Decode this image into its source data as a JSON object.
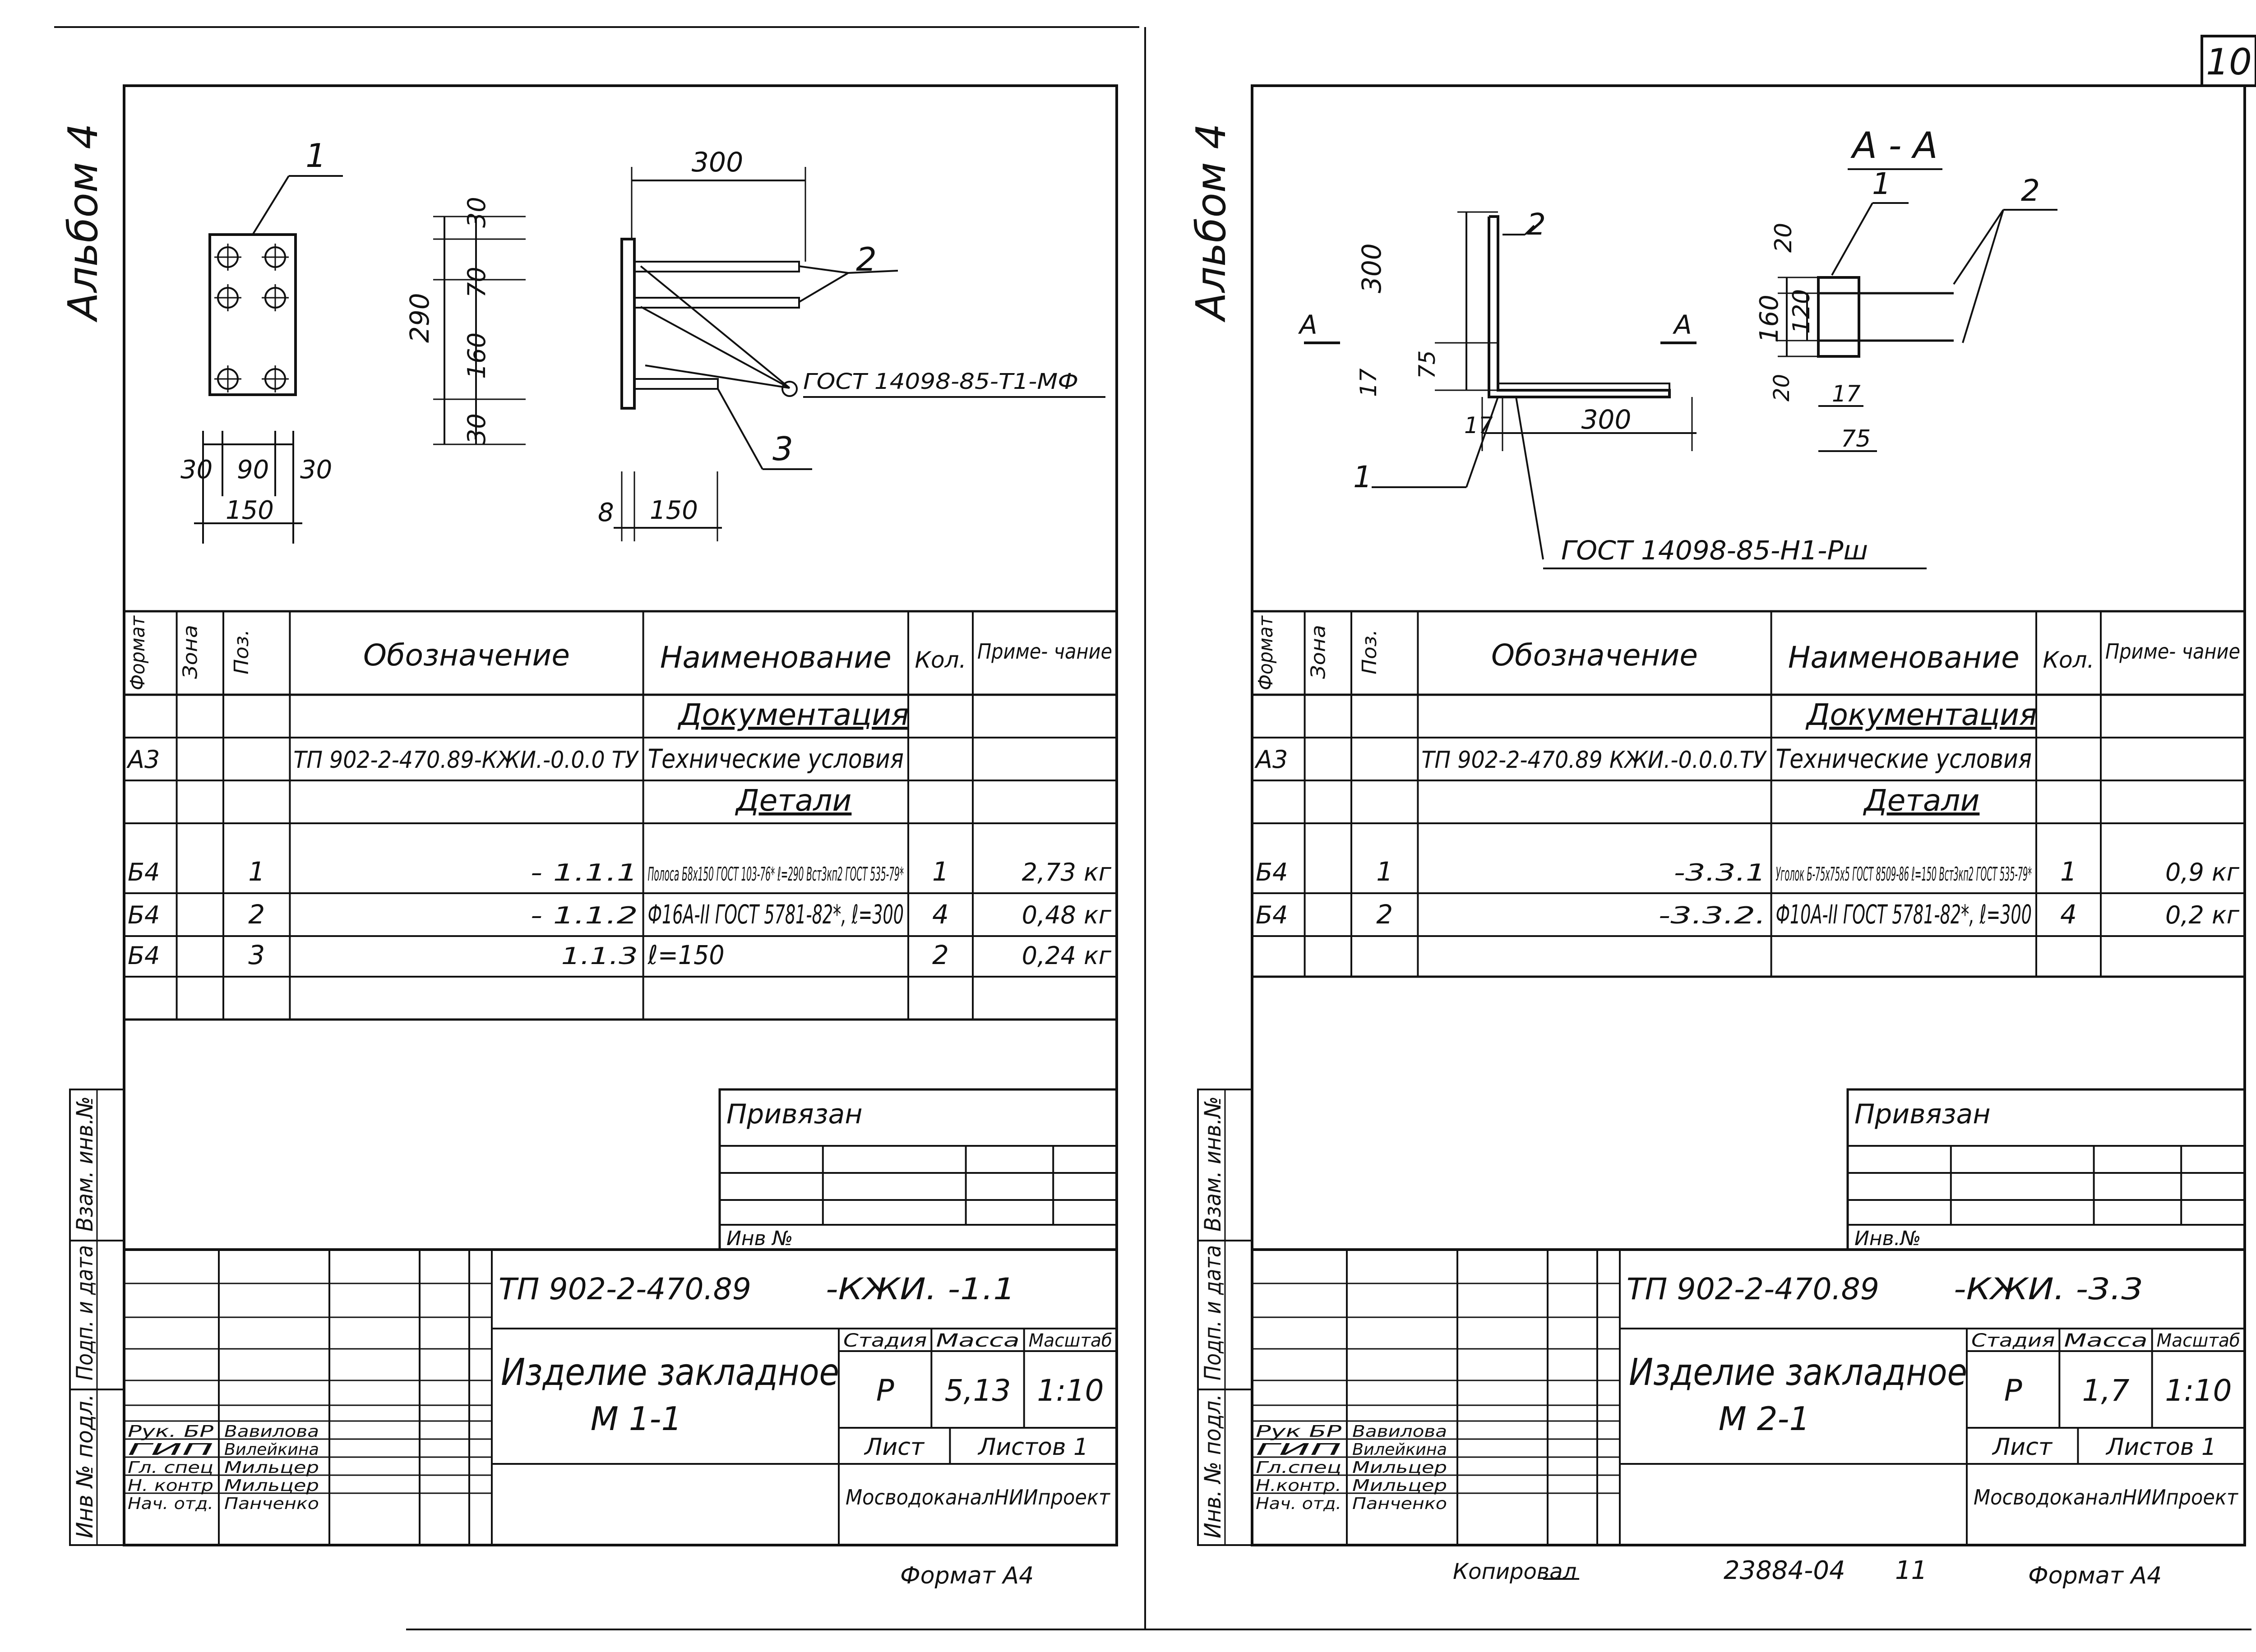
{
  "colors": {
    "ink": "#111111",
    "paper": "#ffffff"
  },
  "page_number": "10",
  "bottom_notes": {
    "copied": "Копировал",
    "code": "23884-04",
    "page": "11"
  },
  "left": {
    "album": "Альбом 4",
    "drawing": {
      "pos1": "1",
      "pos2": "2",
      "pos3": "3",
      "dims": [
        "30",
        "90",
        "30",
        "150",
        "300",
        "30",
        "70",
        "290",
        "160",
        "30",
        "8",
        "150"
      ],
      "gost": "ГОСТ 14098-85-Т1-МФ"
    },
    "spec": {
      "headers": {
        "format": "Формат",
        "zone": "Зона",
        "pos": "Поз.",
        "designation": "Обозначение",
        "name": "Наименование",
        "qty": "Кол.",
        "note": "Приме- чание"
      },
      "rows": [
        {
          "format": "",
          "pos": "",
          "designation": "",
          "name": "Документация",
          "qty": "",
          "note": "",
          "heading": true
        },
        {
          "format": "А3",
          "pos": "",
          "designation": "ТП 902-2-470.89-КЖИ.-0.0.0 ТУ",
          "name": "Технические условия",
          "qty": "",
          "note": ""
        },
        {
          "format": "",
          "pos": "",
          "designation": "",
          "name": "Детали",
          "qty": "",
          "note": "",
          "heading": true
        },
        {
          "format": "Б4",
          "pos": "1",
          "designation": "- 1.1.1",
          "name": "Полоса Б8x150 ГОСТ 103-76* ℓ=290 Вст3кп2 ГОСТ 535-79*",
          "qty": "1",
          "note": "2,73 кг"
        },
        {
          "format": "Б4",
          "pos": "2",
          "designation": "- 1.1.2",
          "name": "Ф16А-II ГОСТ 5781-82*, ℓ=300",
          "qty": "4",
          "note": "0,48 кг"
        },
        {
          "format": "Б4",
          "pos": "3",
          "designation": "1.1.3",
          "name": "ℓ=150",
          "qty": "2",
          "note": "0,24 кг"
        }
      ]
    },
    "bound_label": "Привязан",
    "inv_label": "Инв №",
    "side_labels": [
      "Взам. инв.№",
      "Подп. и дата",
      "Инв № подл."
    ],
    "title_block": {
      "code": "ТП 902-2-470.89",
      "code_suffix": "-КЖИ. -1.1",
      "title": "Изделие закладное",
      "mark": "М 1-1",
      "stage_label": "Стадия",
      "mass_label": "Масса",
      "scale_label": "Масштаб",
      "stage": "Р",
      "mass": "5,13",
      "scale": "1:10",
      "sheet_label": "Лист",
      "sheets_label": "Листов 1",
      "org": "МосводоканалНИИпроект",
      "staff": [
        {
          "role": "Рук. БР",
          "name": "Вавилова"
        },
        {
          "role": "ГИП",
          "name": "Вилейкина"
        },
        {
          "role": "Гл. спец",
          "name": "Мильцер"
        },
        {
          "role": "Н. контр",
          "name": "Мильцер"
        },
        {
          "role": "Нач. отд.",
          "name": "Панченко"
        }
      ]
    },
    "format": "Формат А4"
  },
  "right": {
    "album": "Альбом 4",
    "drawing": {
      "section": "А - А",
      "cut": "А",
      "pos1": "1",
      "pos2": "2",
      "dims": [
        "300",
        "17",
        "75",
        "17",
        "300",
        "20",
        "120",
        "160",
        "20",
        "17",
        "75"
      ],
      "gost": "ГОСТ 14098-85-Н1-Рш"
    },
    "spec": {
      "headers": {
        "format": "Формат",
        "zone": "Зона",
        "pos": "Поз.",
        "designation": "Обозначение",
        "name": "Наименование",
        "qty": "Кол.",
        "note": "Приме- чание"
      },
      "rows": [
        {
          "format": "",
          "pos": "",
          "designation": "",
          "name": "Документация",
          "qty": "",
          "note": "",
          "heading": true
        },
        {
          "format": "А3",
          "pos": "",
          "designation": "ТП 902-2-470.89 КЖИ.-0.0.0.ТУ",
          "name": "Технические условия",
          "qty": "",
          "note": ""
        },
        {
          "format": "",
          "pos": "",
          "designation": "",
          "name": "Детали",
          "qty": "",
          "note": "",
          "heading": true
        },
        {
          "format": "Б4",
          "pos": "1",
          "designation": "-3.3.1",
          "name": "Уголок Б-75x75x5 ГОСТ 8509-86 ℓ=150 Вст3кп2 ГОСТ 535-79*",
          "qty": "1",
          "note": "0,9 кг"
        },
        {
          "format": "Б4",
          "pos": "2",
          "designation": "-3.3.2.",
          "name": "Ф10А-II ГОСТ 5781-82*, ℓ=300",
          "qty": "4",
          "note": "0,2 кг"
        }
      ]
    },
    "bound_label": "Привязан",
    "inv_label": "Инв.№",
    "side_labels": [
      "Взам. инв.№",
      "Подп. и дата",
      "Инв. № подл."
    ],
    "title_block": {
      "code": "ТП 902-2-470.89",
      "code_suffix": "-КЖИ. -3.3",
      "title": "Изделие закладное",
      "mark": "М 2-1",
      "stage_label": "Стадия",
      "mass_label": "Масса",
      "scale_label": "Масштаб",
      "stage": "Р",
      "mass": "1,7",
      "scale": "1:10",
      "sheet_label": "Лист",
      "sheets_label": "Листов 1",
      "org": "МосводоканалНИИпроект",
      "staff": [
        {
          "role": "Рук БР",
          "name": "Вавилова"
        },
        {
          "role": "ГИП",
          "name": "Вилейкина"
        },
        {
          "role": "Гл.спец",
          "name": "Мильцер"
        },
        {
          "role": "Н.контр.",
          "name": "Мильцер"
        },
        {
          "role": "Нач. отд.",
          "name": "Панченко"
        }
      ]
    },
    "format": "Формат А4"
  }
}
